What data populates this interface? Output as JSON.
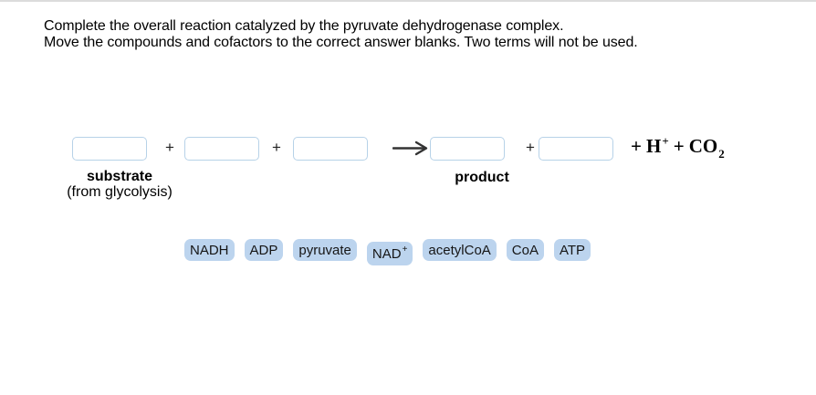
{
  "instructions": {
    "line1": "Complete the overall reaction catalyzed by the pyruvate dehydrogenase complex.",
    "line2": "Move the compounds and cofactors to the correct answer blanks. Two terms will not be used."
  },
  "equation": {
    "plus_sign": "+",
    "blank_count": 5,
    "labels": {
      "substrate": "substrate",
      "substrate_note": "(from glycolysis)",
      "product": "product"
    },
    "tail": {
      "plus1": "+",
      "h": "H",
      "h_superscript": "+",
      "plus2": "+",
      "co": "CO",
      "co_subscript": "2"
    }
  },
  "word_bank": {
    "terms": [
      {
        "label": "NADH"
      },
      {
        "label": "ADP"
      },
      {
        "label": "pyruvate"
      },
      {
        "label": "NAD",
        "sup": "+"
      },
      {
        "label": "acetylCoA"
      },
      {
        "label": "CoA"
      },
      {
        "label": "ATP"
      }
    ]
  },
  "icons": {
    "reaction_arrow": "long-right-arrow"
  },
  "colors": {
    "chip_bg": "#bcd4ee",
    "blank_border": "#b7d2e8",
    "top_line": "#dcdcdc"
  }
}
